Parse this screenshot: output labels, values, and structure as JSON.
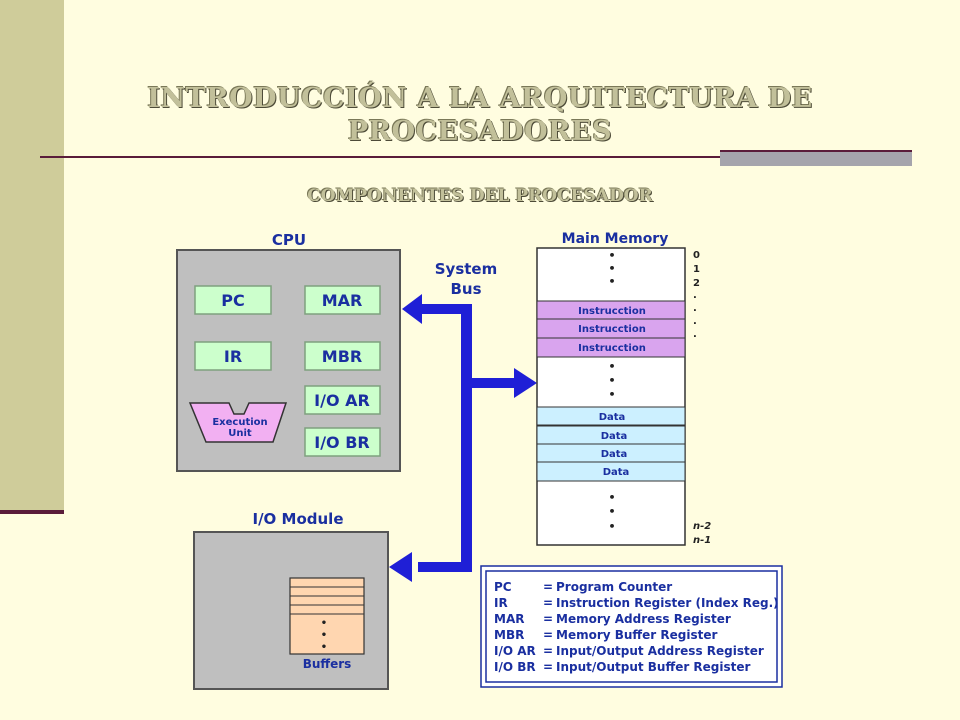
{
  "slide": {
    "title_line1": "INTRODUCCIÓN A LA ARQUITECTURA DE",
    "title_line2": "PROCESADORES",
    "subtitle": "COMPONENTES DEL PROCESADOR"
  },
  "diagram": {
    "cpu_label": "CPU",
    "registers": {
      "pc": "PC",
      "mar": "MAR",
      "ir": "IR",
      "mbr": "MBR",
      "ioar": "I/O AR",
      "iobr": "I/O BR"
    },
    "execution_unit": {
      "line1": "Execution",
      "line2": "Unit"
    },
    "system_bus": {
      "line1": "System",
      "line2": "Bus"
    },
    "main_memory_label": "Main Memory",
    "instruction_label": "Instrucction",
    "data_label": "Data",
    "ellipsis": "•",
    "address_labels": {
      "a0": "0",
      "a1": "1",
      "a2": "2",
      "dot": ".",
      "n2": "n-2",
      "n1": "n-1"
    },
    "io_module_label": "I/O Module",
    "buffers_label": "Buffers",
    "legend": [
      {
        "abbr": "PC",
        "eq": "=",
        "desc": "Program Counter"
      },
      {
        "abbr": "IR",
        "eq": "=",
        "desc": "Instruction Register (Index Reg.)"
      },
      {
        "abbr": "MAR",
        "eq": "=",
        "desc": "Memory Address Register"
      },
      {
        "abbr": "MBR",
        "eq": "=",
        "desc": "Memory Buffer Register"
      },
      {
        "abbr": "I/O AR",
        "eq": "=",
        "desc": "Input/Output Address Register"
      },
      {
        "abbr": "I/O BR",
        "eq": "=",
        "desc": "Input/Output Buffer Register"
      }
    ]
  },
  "colors": {
    "background": "#fffde0",
    "sidebar": "#cfcc9a",
    "accent": "#5a1c3a",
    "register_fill": "#ccffcc",
    "instruction_fill": "#d9a4ee",
    "data_fill": "#ccf0ff",
    "bus": "#1f1fd6",
    "diagram_text": "#1a2fa0"
  }
}
